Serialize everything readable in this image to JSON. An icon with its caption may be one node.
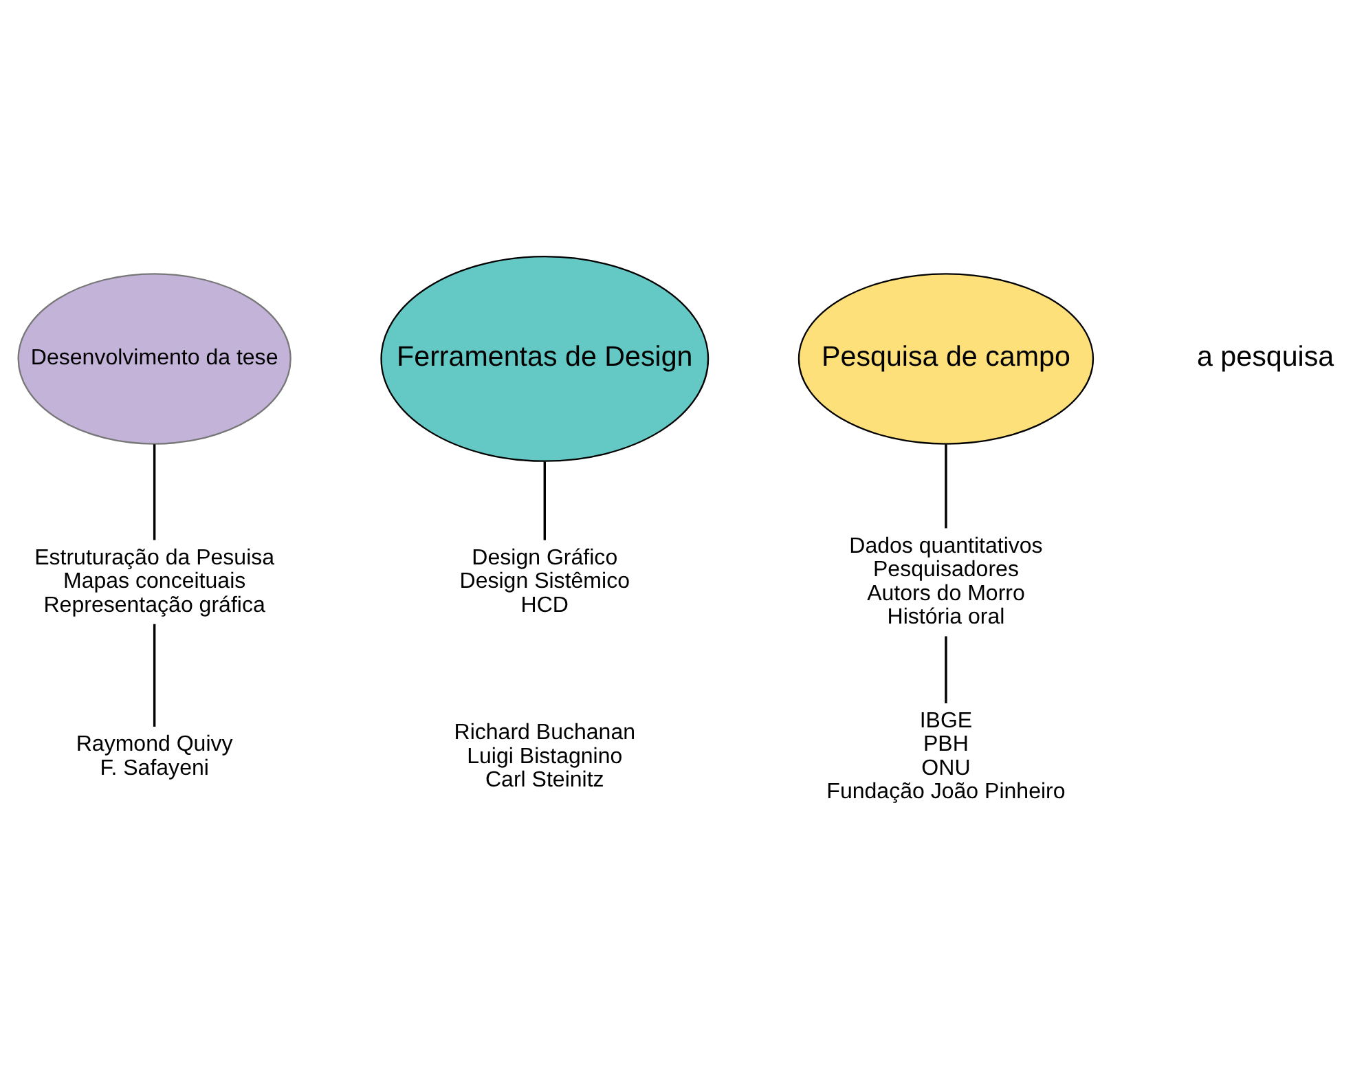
{
  "diagram": {
    "nodes": [
      {
        "text": [
          "Desenvolvimento da tese"
        ]
      },
      {
        "text": [
          "Ferramentas de Design"
        ]
      },
      {
        "text": [
          "Pesquisa de campo"
        ]
      },
      {
        "text": [
          "Estruturação da Pesuisa",
          "Mapas conceituais",
          "Representação gráfica"
        ]
      },
      {
        "text": [
          "Dados quantitativos",
          "Pesquisadores",
          "Autors do Morro",
          "História oral"
        ]
      },
      {
        "text": [
          "Design Gráfico",
          "Design Sistêmico",
          "HCD"
        ]
      },
      {
        "text": [
          "Raymond Quivy",
          "F. Safayeni"
        ]
      },
      {
        "text": [
          "IBGE",
          "PBH",
          "ONU",
          "Fundação João Pinheiro"
        ]
      }
    ],
    "edges": [
      {
        "from": 0,
        "to": 3,
        "arrow": "none"
      },
      {
        "from": 2,
        "to": 4,
        "arrow": "none"
      },
      {
        "from": 1,
        "to": 5,
        "arrow": "none"
      },
      {
        "from": 3,
        "to": 6,
        "arrow": "none"
      },
      {
        "from": 4,
        "to": 7,
        "arrow": "none"
      }
    ],
    "labels": [
      "a pesquisa",
      "Richard Buchanan",
      "Luigi Bistagnino",
      "Carl Steinitz"
    ]
  }
}
